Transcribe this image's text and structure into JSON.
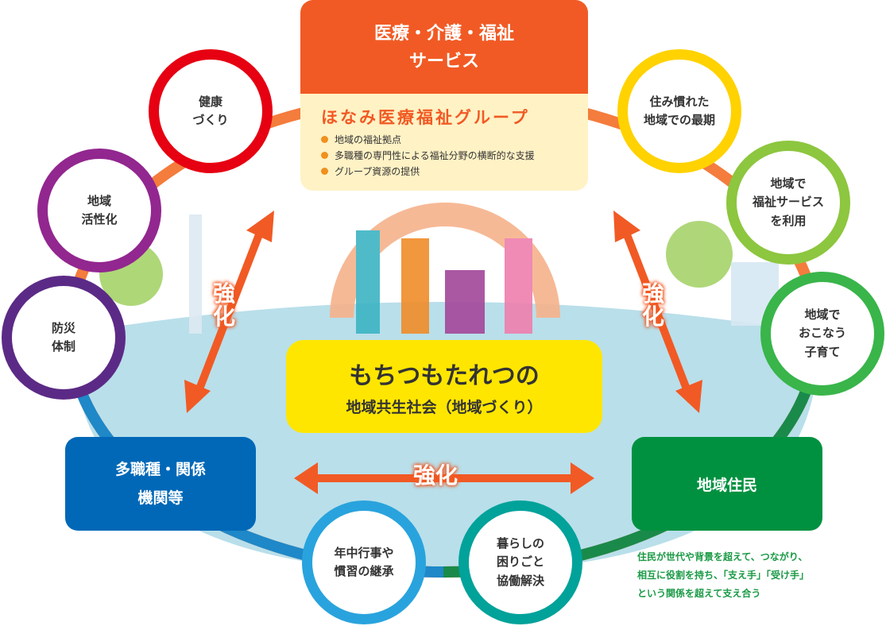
{
  "top_box": {
    "title": "医療・介護・福祉\nサービス",
    "group_name": "ほなみ医療福祉グループ",
    "items": [
      "地域の福祉拠点",
      "多職種の専門性による福祉分野の横断的な支援",
      "グループ資源の提供"
    ]
  },
  "circles": [
    "健康\nづくり",
    "地域\n活性化",
    "防災\n体制",
    "住み慣れた\n地域での最期",
    "地域で\n福祉サービス\nを利用",
    "地域で\nおこなう\n子育て",
    "年中行事や\n慣習の継承",
    "暮らしの\n困りごと\n協働解決"
  ],
  "center": {
    "title": "もちつもたれつの",
    "subtitle": "地域共生社会（地域づくり）"
  },
  "left_box": "多職種・関係\n機関等",
  "right_box": "地域住民",
  "strengthen": [
    "強\n化",
    "強\n化",
    "強化"
  ],
  "note": [
    "住民が世代や背景を超えて、つながり、",
    "相互に役割を持ち、「支え手」「受け手」",
    "という関係を超えて支え合う"
  ],
  "colors": {
    "orange": "#f15a24",
    "cream": "#fff2c5",
    "blue": "#0068b7",
    "green": "#009140",
    "yellow": "#ffe600",
    "sky": "#b9dfea"
  }
}
